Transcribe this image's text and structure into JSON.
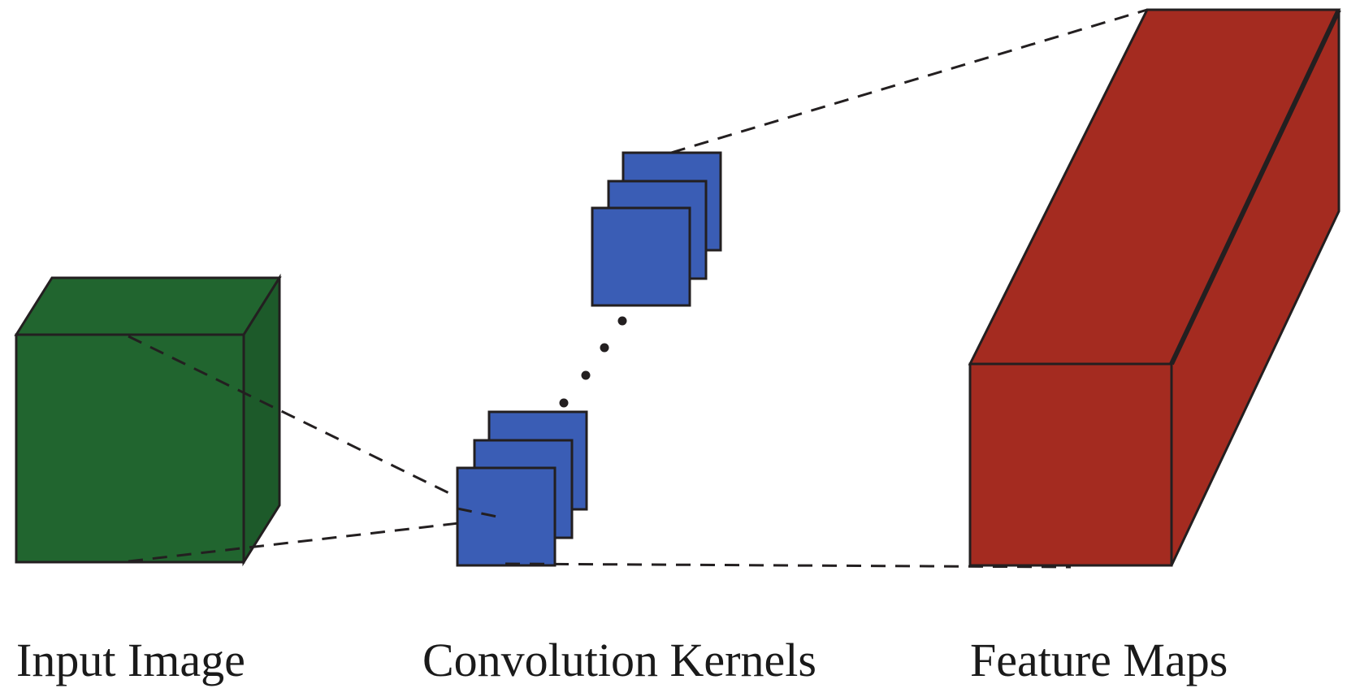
{
  "labels": {
    "input": "Input Image",
    "kernels": "Convolution Kernels",
    "features": "Feature Maps"
  },
  "colors": {
    "input_cube": "#21652f",
    "kernel": "#3a5db5",
    "feature_block": "#a42b20",
    "outline": "#231f20"
  }
}
